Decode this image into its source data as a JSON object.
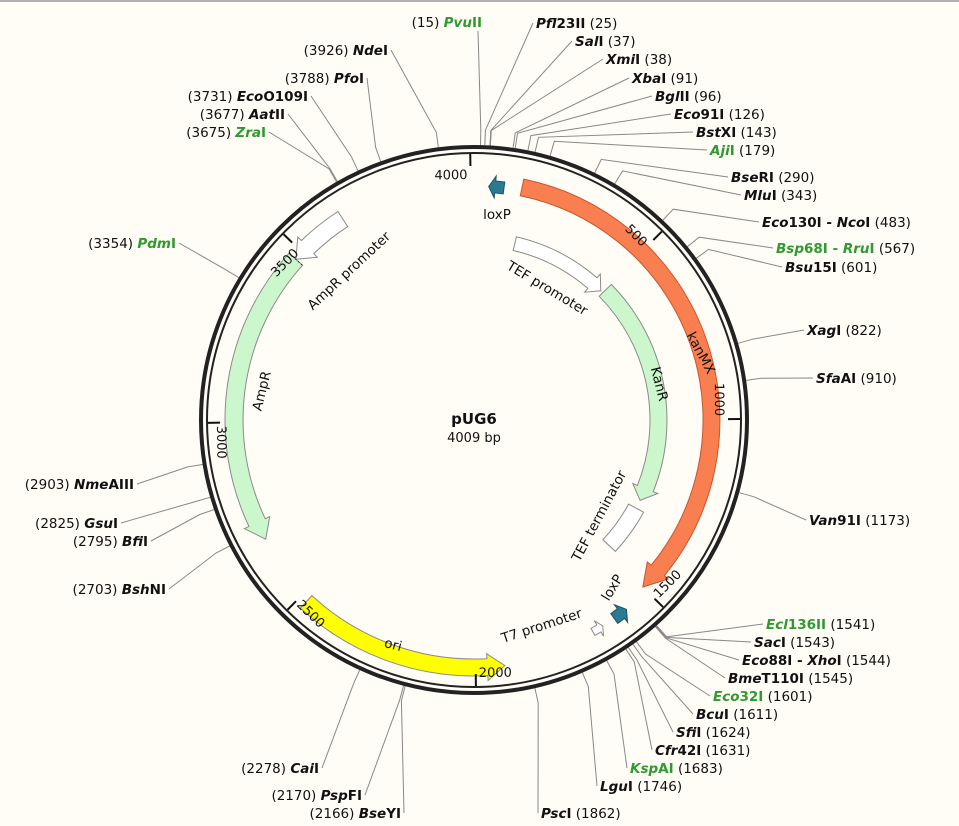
{
  "plasmid": {
    "name": "pUG6",
    "length_label": "4009 bp",
    "length": 4009
  },
  "colors": {
    "single_cutter": "#2f9a2f",
    "multi_cutter": "#111111",
    "kanMX": "#f97f51",
    "marker": "#ccf7cc",
    "ori": "#ffff00",
    "loxP": "#2b7a93",
    "white": "#ffffff"
  },
  "ticks": [
    {
      "bp": 500,
      "label": "500"
    },
    {
      "bp": 1000,
      "label": "1000"
    },
    {
      "bp": 1500,
      "label": "1500"
    },
    {
      "bp": 2000,
      "label": "2000"
    },
    {
      "bp": 2500,
      "label": "2500"
    },
    {
      "bp": 3000,
      "label": "3000"
    },
    {
      "bp": 3500,
      "label": "3500"
    },
    {
      "bp": 4000,
      "label": "4000"
    }
  ],
  "features": [
    {
      "label": "loxP",
      "start": 40,
      "end": 82,
      "direction": -1,
      "color": "#2b7a93"
    },
    {
      "label": "kanMX",
      "start": 130,
      "end": 1500,
      "direction": 1,
      "color": "#f97f51"
    },
    {
      "label": "TEF promoter",
      "start": 145,
      "end": 495,
      "direction": 1,
      "color": "#ffffff"
    },
    {
      "label": "KanR",
      "start": 505,
      "end": 1290,
      "direction": 1,
      "color": "#ccf7cc"
    },
    {
      "label": "TEF terminator",
      "start": 1320,
      "end": 1480,
      "direction": 0,
      "color": "#ffffff"
    },
    {
      "label": "loxP",
      "start": 1572,
      "end": 1612,
      "direction": -1,
      "color": "#2b7a93"
    },
    {
      "label": "T7 promoter",
      "start": 1648,
      "end": 1678,
      "direction": -1,
      "color": "#ffffff"
    },
    {
      "label": "ori",
      "start": 1925,
      "end": 2480,
      "direction": -1,
      "color": "#ffff00"
    },
    {
      "label": "AmpR",
      "start": 2675,
      "end": 3475,
      "direction": -1,
      "color": "#ccf7cc"
    },
    {
      "label": "AmpR promoter",
      "start": 3475,
      "end": 3640,
      "direction": -1,
      "color": "#ffffff"
    }
  ],
  "sites": [
    {
      "parts": [
        {
          "i": "Pvu",
          "r": "II"
        }
      ],
      "pos": "15",
      "bp": 15,
      "unique": true
    },
    {
      "parts": [
        {
          "i": "Nde",
          "r": "I"
        }
      ],
      "pos": "3926",
      "bp": 3926,
      "unique": false
    },
    {
      "parts": [
        {
          "i": "Pfo",
          "r": "I"
        }
      ],
      "pos": "3788",
      "bp": 3788,
      "unique": false
    },
    {
      "parts": [
        {
          "i": "Eco",
          "r": "O109I"
        }
      ],
      "pos": "3731",
      "bp": 3731,
      "unique": false
    },
    {
      "parts": [
        {
          "i": "Aat",
          "r": "II"
        }
      ],
      "pos": "3677",
      "bp": 3677,
      "unique": false
    },
    {
      "parts": [
        {
          "i": "Zra",
          "r": "I"
        }
      ],
      "pos": "3675",
      "bp": 3675,
      "unique": true
    },
    {
      "parts": [
        {
          "i": "Pdm",
          "r": "I"
        }
      ],
      "pos": "3354",
      "bp": 3354,
      "unique": true
    },
    {
      "parts": [
        {
          "i": "Nme",
          "r": "AIII"
        }
      ],
      "pos": "2903",
      "bp": 2903,
      "unique": false
    },
    {
      "parts": [
        {
          "i": "Gsu",
          "r": "I"
        }
      ],
      "pos": "2825",
      "bp": 2825,
      "unique": false
    },
    {
      "parts": [
        {
          "i": "Bfi",
          "r": "I"
        }
      ],
      "pos": "2795",
      "bp": 2795,
      "unique": false
    },
    {
      "parts": [
        {
          "i": "Bsh",
          "r": "NI"
        }
      ],
      "pos": "2703",
      "bp": 2703,
      "unique": false
    },
    {
      "parts": [
        {
          "i": "Cai",
          "r": "I"
        }
      ],
      "pos": "2278",
      "bp": 2278,
      "unique": false
    },
    {
      "parts": [
        {
          "i": "Psp",
          "r": "FI"
        }
      ],
      "pos": "2170",
      "bp": 2170,
      "unique": false
    },
    {
      "parts": [
        {
          "i": "Bse",
          "r": "YI"
        }
      ],
      "pos": "2166",
      "bp": 2166,
      "unique": false
    },
    {
      "parts": [
        {
          "i": "Pfl",
          "r": "23II"
        }
      ],
      "pos": "25",
      "bp": 25,
      "unique": false
    },
    {
      "parts": [
        {
          "i": "Sal",
          "r": "I"
        }
      ],
      "pos": "37",
      "bp": 37,
      "unique": false
    },
    {
      "parts": [
        {
          "i": "Xmi",
          "r": "I"
        }
      ],
      "pos": "38",
      "bp": 38,
      "unique": false
    },
    {
      "parts": [
        {
          "i": "Xba",
          "r": "I"
        }
      ],
      "pos": "91",
      "bp": 91,
      "unique": false
    },
    {
      "parts": [
        {
          "i": "Bgl",
          "r": "II"
        }
      ],
      "pos": "96",
      "bp": 96,
      "unique": false
    },
    {
      "parts": [
        {
          "i": "Eco",
          "r": "91I"
        }
      ],
      "pos": "126",
      "bp": 126,
      "unique": false
    },
    {
      "parts": [
        {
          "i": "Bst",
          "r": "XI"
        }
      ],
      "pos": "143",
      "bp": 143,
      "unique": false
    },
    {
      "parts": [
        {
          "i": "Aji",
          "r": "I"
        }
      ],
      "pos": "179",
      "bp": 179,
      "unique": true
    },
    {
      "parts": [
        {
          "i": "Bse",
          "r": "RI"
        }
      ],
      "pos": "290",
      "bp": 290,
      "unique": false
    },
    {
      "parts": [
        {
          "i": "Mlu",
          "r": "I"
        }
      ],
      "pos": "343",
      "bp": 343,
      "unique": false
    },
    {
      "parts": [
        {
          "i": "Eco",
          "r": "130I"
        },
        {
          "i": "Nco",
          "r": "I"
        }
      ],
      "pos": "483",
      "bp": 483,
      "unique": false
    },
    {
      "parts": [
        {
          "i": "Bsp",
          "r": "68I"
        },
        {
          "i": "Rru",
          "r": "I"
        }
      ],
      "pos": "567",
      "bp": 567,
      "unique": true
    },
    {
      "parts": [
        {
          "i": "Bsu",
          "r": "15I"
        }
      ],
      "pos": "601",
      "bp": 601,
      "unique": false
    },
    {
      "parts": [
        {
          "i": "Xag",
          "r": "I"
        }
      ],
      "pos": "822",
      "bp": 822,
      "unique": false
    },
    {
      "parts": [
        {
          "i": "Sfa",
          "r": "AI"
        }
      ],
      "pos": "910",
      "bp": 910,
      "unique": false
    },
    {
      "parts": [
        {
          "i": "Van",
          "r": "91I"
        }
      ],
      "pos": "1173",
      "bp": 1173,
      "unique": false
    },
    {
      "parts": [
        {
          "i": "Ecl",
          "r": "136II"
        }
      ],
      "pos": "1541",
      "bp": 1541,
      "unique": true
    },
    {
      "parts": [
        {
          "i": "Sac",
          "r": "I"
        }
      ],
      "pos": "1543",
      "bp": 1543,
      "unique": false
    },
    {
      "parts": [
        {
          "i": "Eco",
          "r": "88I"
        },
        {
          "i": "Xho",
          "r": "I"
        }
      ],
      "pos": "1544",
      "bp": 1544,
      "unique": false
    },
    {
      "parts": [
        {
          "i": "Bme",
          "r": "T110I"
        }
      ],
      "pos": "1545",
      "bp": 1545,
      "unique": false
    },
    {
      "parts": [
        {
          "i": "Eco",
          "r": "32I"
        }
      ],
      "pos": "1601",
      "bp": 1601,
      "unique": true
    },
    {
      "parts": [
        {
          "i": "Bcu",
          "r": "I"
        }
      ],
      "pos": "1611",
      "bp": 1611,
      "unique": false
    },
    {
      "parts": [
        {
          "i": "Sfi",
          "r": "I"
        }
      ],
      "pos": "1624",
      "bp": 1624,
      "unique": false
    },
    {
      "parts": [
        {
          "i": "Cfr",
          "r": "42I"
        }
      ],
      "pos": "1631",
      "bp": 1631,
      "unique": false
    },
    {
      "parts": [
        {
          "i": "Ksp",
          "r": "AI"
        }
      ],
      "pos": "1683",
      "bp": 1683,
      "unique": true
    },
    {
      "parts": [
        {
          "i": "Lgu",
          "r": "I"
        }
      ],
      "pos": "1746",
      "bp": 1746,
      "unique": false
    },
    {
      "parts": [
        {
          "i": "Psc",
          "r": "I"
        }
      ],
      "pos": "1862",
      "bp": 1862,
      "unique": false
    }
  ],
  "separator": " - "
}
